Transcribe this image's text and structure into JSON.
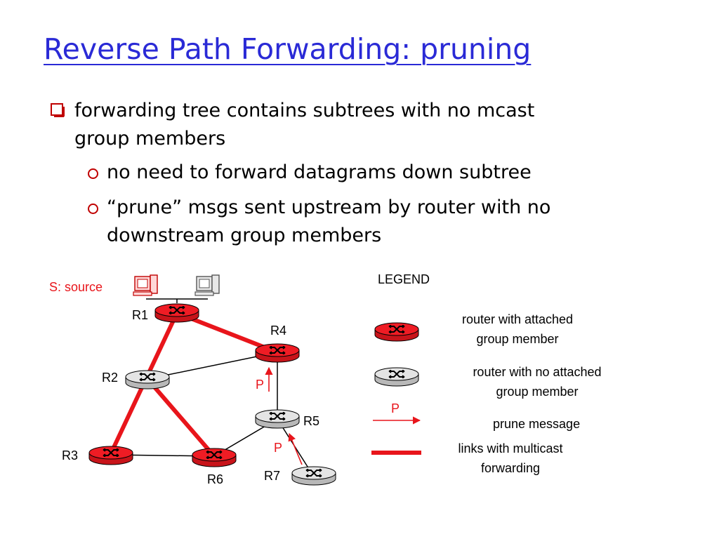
{
  "slide": {
    "title": "Reverse Path Forwarding: pruning",
    "bullet_main_line1": "forwarding tree contains subtrees with no mcast",
    "bullet_main_line2": "group members",
    "sub_bullet_1": "no need to forward datagrams down subtree",
    "sub_bullet_2_line1": "“prune” msgs sent upstream by router with no",
    "sub_bullet_2_line2": "downstream group members"
  },
  "diagram": {
    "source_label": "S: source",
    "routers": {
      "r1": "R1",
      "r2": "R2",
      "r3": "R3",
      "r4": "R4",
      "r5": "R5",
      "r6": "R6",
      "r7": "R7"
    },
    "prune_labels": {
      "r2_r4": "P",
      "r7_r5": "P"
    }
  },
  "legend": {
    "title": "LEGEND",
    "red_router_line1": "router with attached",
    "red_router_line2": "group member",
    "gray_router_line1": "router with no attached",
    "gray_router_line2": "group member",
    "prune_symbol": "P",
    "prune_text": "prune message",
    "link_line1": "links with multicast",
    "link_line2": "forwarding"
  },
  "colors": {
    "title": "#2a2ad6",
    "bullet_marker": "#c00000",
    "router_member": "#e8151b",
    "router_nonmember": "#d9d9d9",
    "multicast_link": "#e8151b",
    "prune_arrow": "#e8151b"
  }
}
